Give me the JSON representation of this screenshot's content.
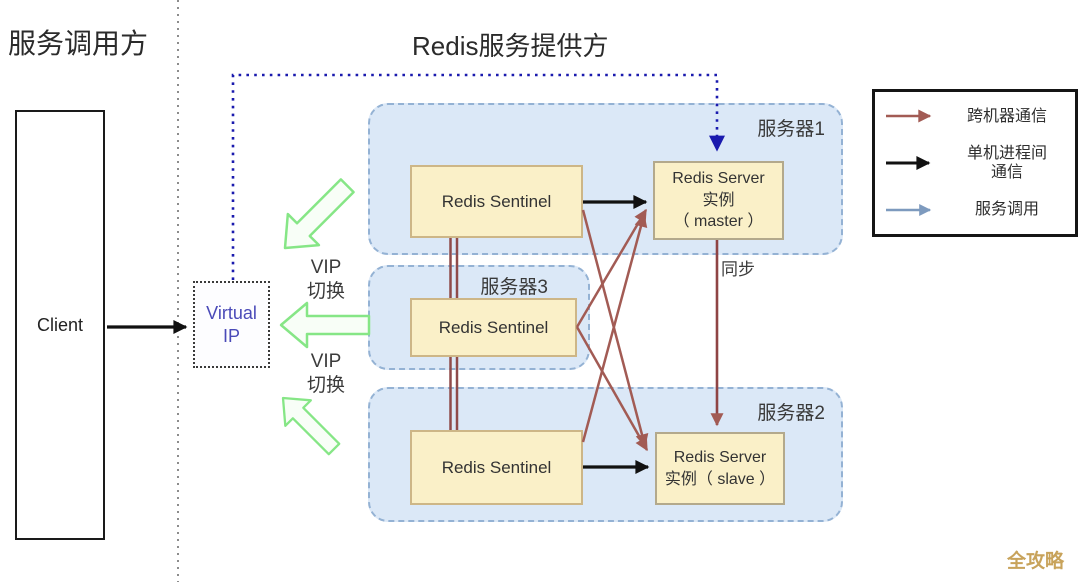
{
  "titles": {
    "caller_side": "服务调用方",
    "provider_side": "Redis服务提供方"
  },
  "client": {
    "label": "Client"
  },
  "virtual_ip": {
    "label": "Virtual\nIP"
  },
  "servers": {
    "server1": {
      "label": "服务器1",
      "sentinel_label": "Redis Sentinel",
      "master_label": "Redis Server\n实例\n（ master ）"
    },
    "server3": {
      "label": "服务器3",
      "sentinel_label": "Redis Sentinel"
    },
    "server2": {
      "label": "服务器2",
      "sentinel_label": "Redis Sentinel",
      "slave_label": "Redis Server\n实例（ slave ）"
    }
  },
  "annotations": {
    "vip_switch_top": "VIP\n切换",
    "vip_switch_bottom": "VIP\n切换",
    "sync": "同步"
  },
  "legend": {
    "cross_machine": "跨机器通信",
    "single_machine": "单机进程间\n通信",
    "service_call": "服务调用"
  },
  "watermark": "全攻略",
  "colors": {
    "cross_machine_arrow": "#a25b54",
    "sync_line": "#8f4444",
    "single_machine_arrow": "#111111",
    "service_call_arrow": "#7d9abe",
    "vip_dotted_call": "#1a1aae",
    "group_fill": "#dbe8f7",
    "group_border": "#94b2d4",
    "node_fill": "#faf0c8",
    "node_border": "#cdb687",
    "green_arrow": "#86e686",
    "virtual_ip_text": "#4a4ab8",
    "watermark": "#c8a35b"
  }
}
